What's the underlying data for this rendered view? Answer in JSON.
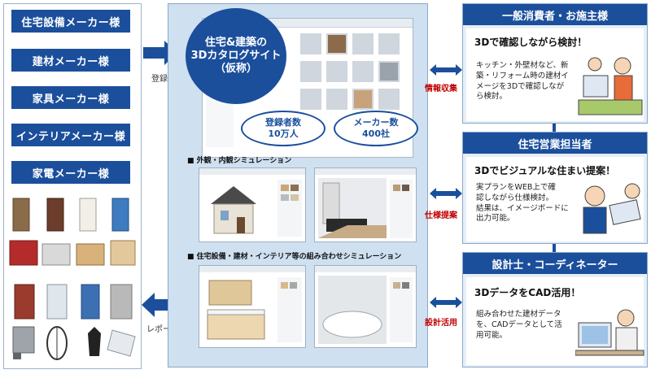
{
  "left": {
    "makers": [
      "住宅設備メーカー様",
      "建材メーカー様",
      "家具メーカー様",
      "インテリアメーカー様",
      "家電メーカー様"
    ]
  },
  "arrows": {
    "register": "登録",
    "report": "レポート"
  },
  "center": {
    "site_title": [
      "住宅&建築の",
      "3Dカタログサイト",
      "（仮称）"
    ],
    "registrants": [
      "登録者数",
      "10万人"
    ],
    "makers_count": [
      "メーカー数",
      "400社"
    ],
    "sim1": "■ 外観・内観シミュレーション",
    "sim2": "■ 住宅設備・建材・インテリア等の組み合わせシミュレーション"
  },
  "links": {
    "info": "情報収集",
    "spec": "仕様提案",
    "cad": "設計活用"
  },
  "right": {
    "consumer": {
      "title": "一般消費者・お施主様",
      "headline": "3Dで確認しながら検討！",
      "desc": [
        "キッチン・外壁材など、新",
        "築・リフォーム時の建材イ",
        "メージを3Dで確認しなが",
        "ら検討。"
      ]
    },
    "sales": {
      "title": "住宅営業担当者",
      "headline": "3Dでビジュアルな住まい提案！",
      "desc": [
        "実プランをWEB上で確",
        "認しながら仕様検討。",
        "結果は、イメージボードに",
        "出力可能。"
      ]
    },
    "designer": {
      "title": "設計士・コーディネーター",
      "headline": "3DデータをCAD活用！",
      "desc": [
        "組み合わせた建材データ",
        "を、CADデータとして活",
        "用可能。"
      ]
    }
  },
  "colors": {
    "navy": "#1b4f9c",
    "panel_blue": "#cfe0f0",
    "link_red": "#c00000"
  }
}
